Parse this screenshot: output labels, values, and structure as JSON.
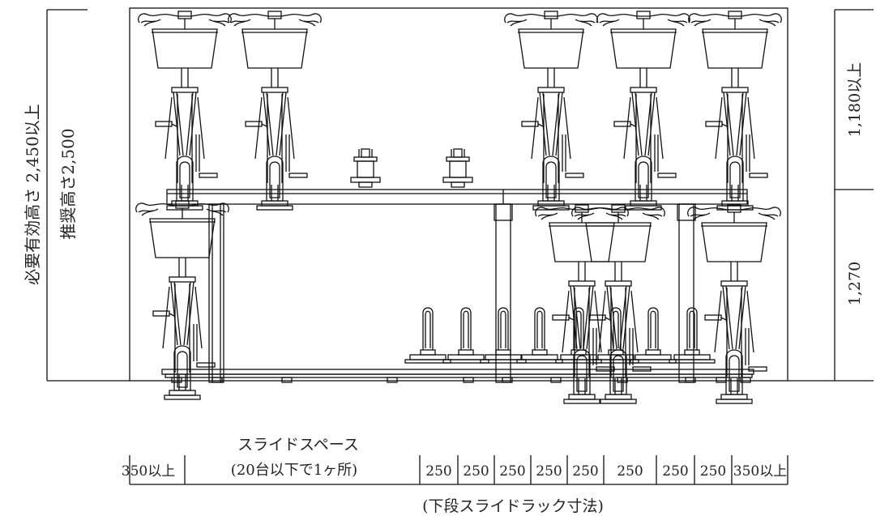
{
  "left_labels": {
    "required_height": "必要有効高さ 2,450以上",
    "recommended_height": "推奨高さ2,500"
  },
  "right_labels": {
    "upper_tier": "1,180以上",
    "lower_tier": "1,270"
  },
  "bottom": {
    "slide_space_title": "スライドスペース",
    "slide_space_note": "(20台以下で1ヶ所)",
    "left_clearance": "350以上",
    "pitches": [
      "250",
      "250",
      "250",
      "250",
      "250",
      "250",
      "250",
      "250"
    ],
    "right_clearance": "350以上",
    "caption": "(下段スライドラック寸法)"
  }
}
